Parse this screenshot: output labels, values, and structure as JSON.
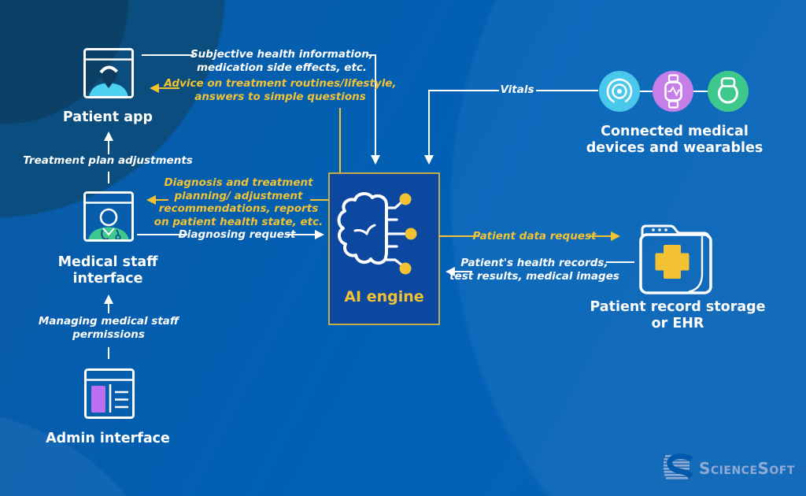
{
  "nodes": {
    "patient_app": {
      "title": "Patient app"
    },
    "medical_staff": {
      "title_line1": "Medical staff",
      "title_line2": "interface"
    },
    "admin": {
      "title": "Admin interface"
    },
    "ai_engine": {
      "title": "AI engine"
    },
    "devices": {
      "title_line1": "Connected medical",
      "title_line2": "devices and wearables"
    },
    "ehr": {
      "title_line1": "Patient record storage",
      "title_line2": "or EHR"
    }
  },
  "flows": {
    "subjective": {
      "line1": "Subjective health information,",
      "line2": "medication side effects, etc."
    },
    "advice": {
      "line1": "Advice on treatment routines/lifestyle,",
      "line2": "answers to simple questions"
    },
    "treatment_plan": {
      "line1": "Treatment plan adjustments"
    },
    "diagnosis": {
      "line1": "Diagnosis and treatment",
      "line2": "planning/ adjustment",
      "line3": "recommendations, reports",
      "line4": "on patient health state, etc."
    },
    "diagnosing_request": {
      "line1": "Diagnosing request"
    },
    "managing": {
      "line1": "Managing medical staff",
      "line2": "permissions"
    },
    "vitals": {
      "line1": "Vitals"
    },
    "patient_data_request": {
      "line1": "Patient data request"
    },
    "health_records": {
      "line1": "Patient's health records,",
      "line2": "test results, medical images"
    }
  },
  "logo": {
    "text": "ScienceSoft"
  },
  "icons": {
    "patient_app": "browser-window-patient-icon",
    "medical_staff": "browser-window-doctor-icon",
    "admin": "browser-window-list-icon",
    "ai_engine": "brain-circuit-icon",
    "device_sensor": "wireless-sensor-icon",
    "device_watch": "smartwatch-icon",
    "device_ring": "smart-ring-icon",
    "ehr": "medical-folder-icon",
    "logo": "sciencesoft-stripes-s-icon"
  },
  "colors": {
    "background": "#0060B5",
    "accent_yellow": "#F2C233",
    "line_white": "#FFFFFF",
    "ai_box_fill": "#0C47A0",
    "device_cyan": "#49C8EC",
    "device_purple": "#C67FE8",
    "device_green": "#3FC88E",
    "admin_purple": "#BB70F0",
    "patient_cyan": "#4FD2F2",
    "staff_green": "#3DC88E",
    "logo_blue": "#8FABD4"
  }
}
